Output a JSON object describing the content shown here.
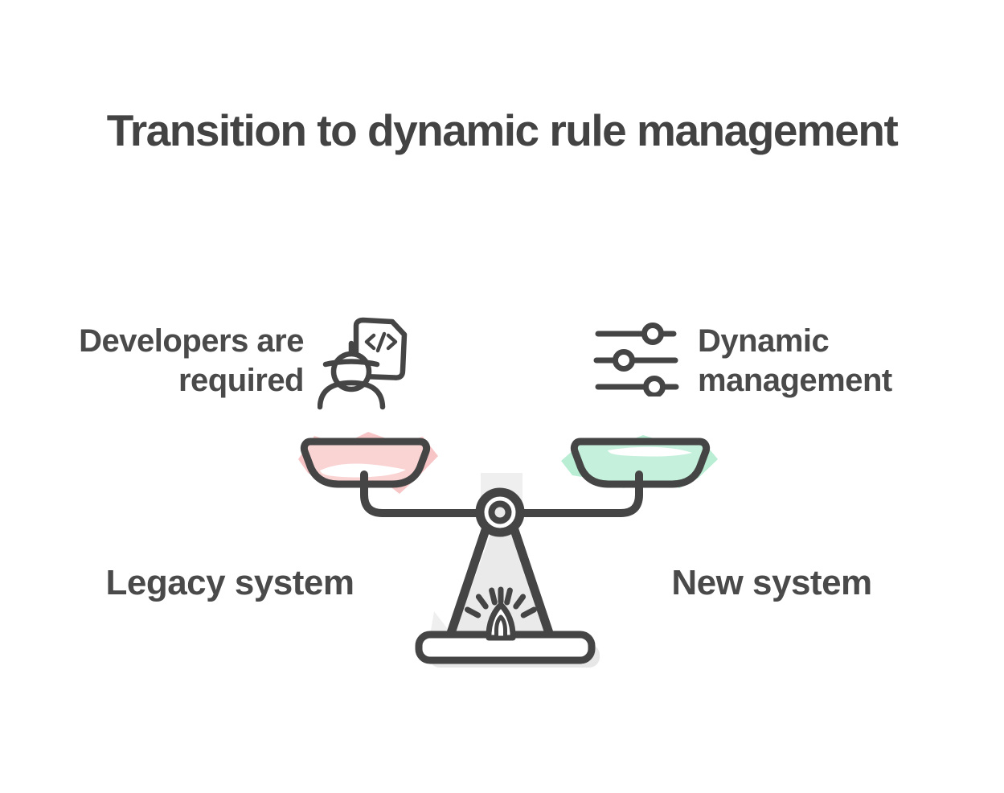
{
  "title": "Transition to dynamic rule management",
  "features": {
    "legacy": {
      "line1": "Developers are",
      "line2": "required",
      "icon": "engineer-with-code-document-icon"
    },
    "dynamic": {
      "line1": "Dynamic",
      "line2": "management",
      "icon": "sliders-icon"
    }
  },
  "scale": {
    "left_label": "Legacy system",
    "right_label": "New system",
    "left_pan_color": "#FAD3D3",
    "left_pan_highlight": "#F8C5C6",
    "right_pan_color": "#C5F0DC",
    "right_pan_highlight": "#B9EDD4",
    "stand_color": "#EAEAEA",
    "pivot_center": "#E9E9E9"
  },
  "colors": {
    "background": "#FFFFFF",
    "outline": "#454545",
    "text": "#4A4A4A",
    "title": "#434343",
    "shadow": "#E7E7E7",
    "shadow_light": "#EFEFEF"
  }
}
